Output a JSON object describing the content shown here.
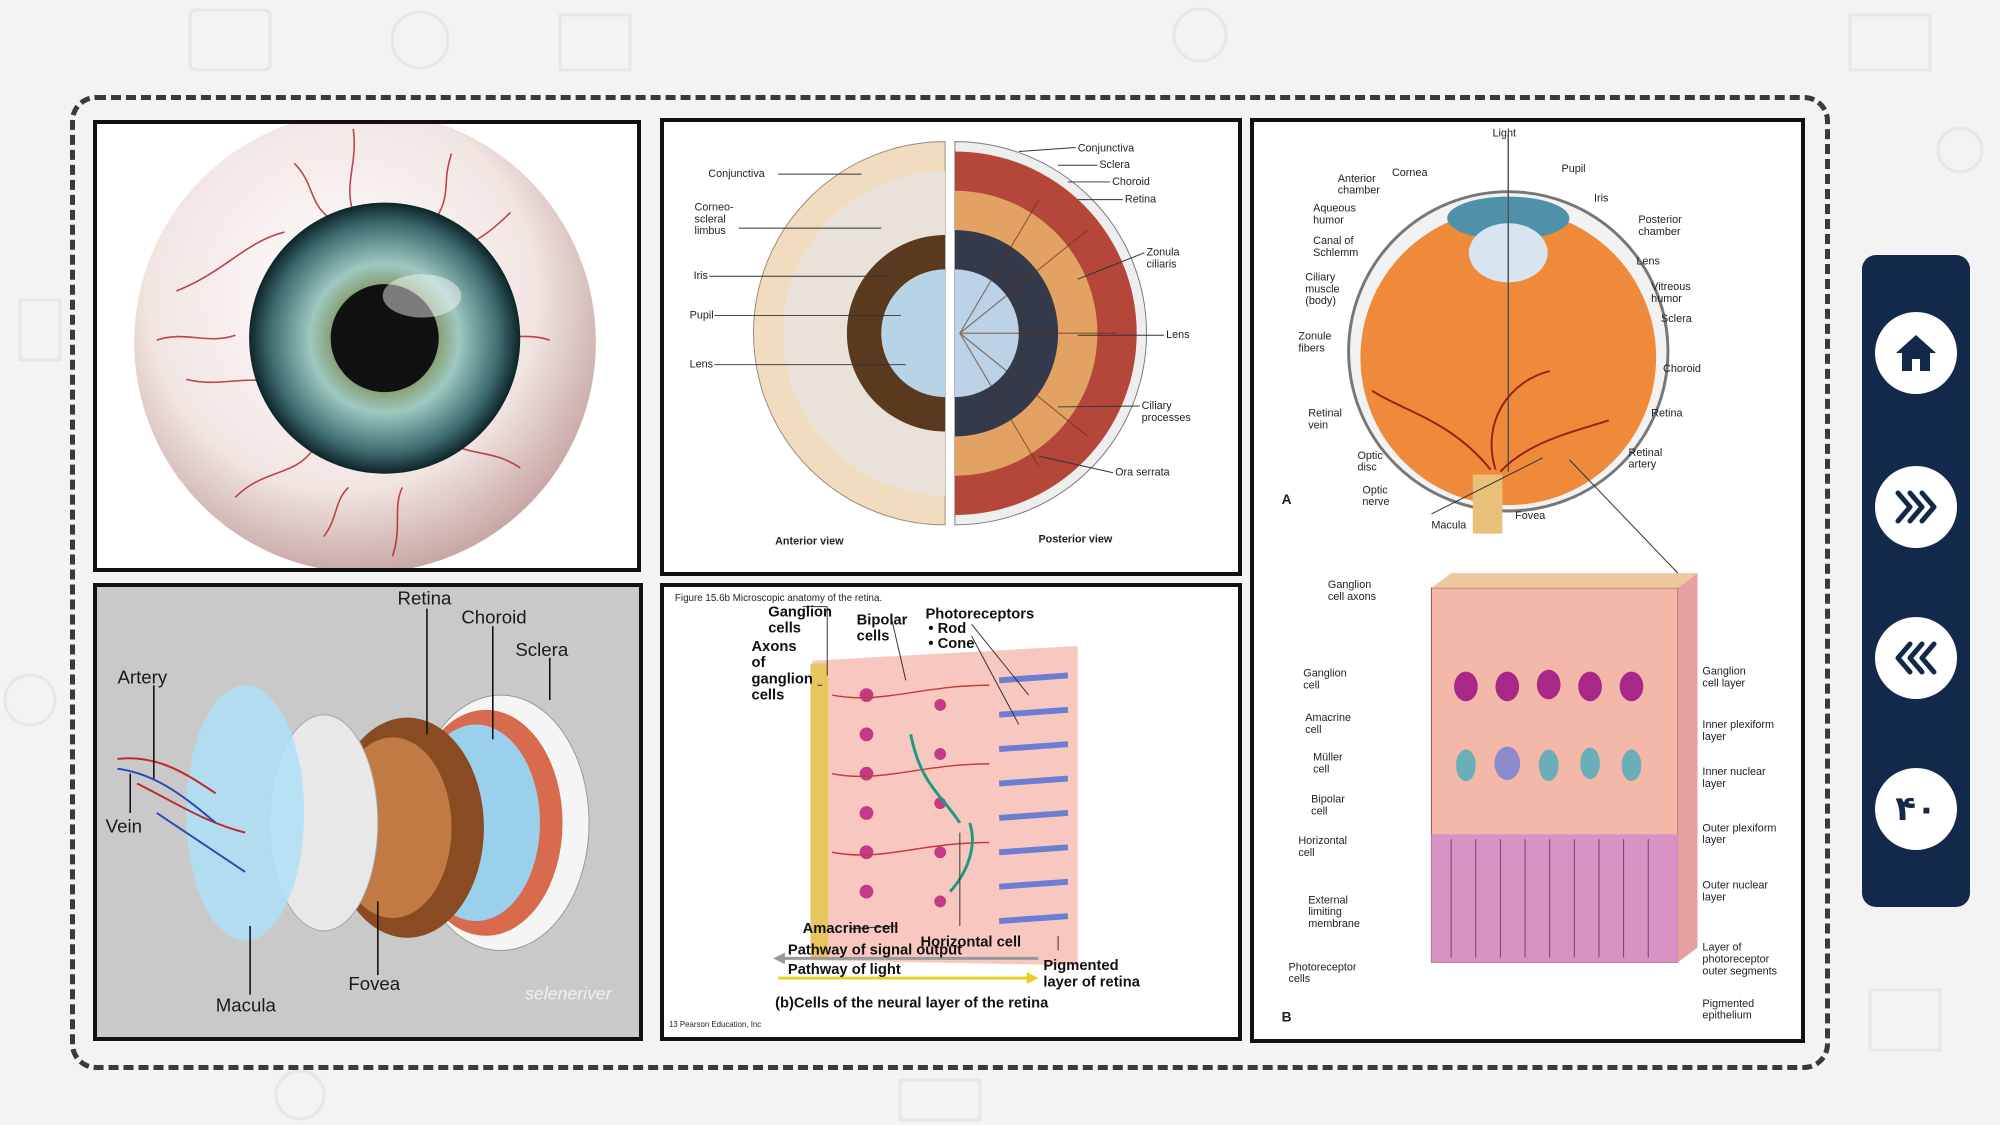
{
  "panels": {
    "anatomy_views": {
      "labels": {
        "conjunctiva_left": "Conjunctiva",
        "corneoscleral": "Corneo-\nscleral\nlimbus",
        "iris": "Iris",
        "pupil": "Pupil",
        "lens_left": "Lens",
        "conjunctiva_right": "Conjunctiva",
        "sclera": "Sclera",
        "choroid": "Choroid",
        "retina": "Retina",
        "zonula": "Zonula\nciliaris",
        "lens_right": "Lens",
        "ciliary": "Ciliary\nprocesses",
        "ora": "Ora serrata",
        "anterior_view": "Anterior view",
        "posterior_view": "Posterior view"
      }
    },
    "cross_section": {
      "top_labels": {
        "light": "Light",
        "anterior_chamber": "Anterior\nchamber",
        "cornea": "Cornea",
        "pupil": "Pupil",
        "iris": "Iris",
        "aqueous": "Aqueous\nhumor",
        "posterior_chamber": "Posterior\nchamber",
        "canal": "Canal of\nSchlemm",
        "lens": "Lens",
        "ciliary": "Ciliary\nmuscle\n(body)",
        "vitreous": "Vitreous\nhumor",
        "sclera": "Sclera",
        "zonule": "Zonule\nfibers",
        "choroid": "Choroid",
        "retinal_vein": "Retinal\nvein",
        "retina": "Retina",
        "retinal_artery": "Retinal\nartery",
        "optic_disc": "Optic\ndisc",
        "optic_nerve": "Optic\nnerve",
        "fovea": "Fovea",
        "macula": "Macula",
        "tag_a": "A"
      },
      "bottom_labels": {
        "gca": "Ganglion\ncell axons",
        "gcell": "Ganglion\ncell",
        "amacrine": "Amacrine\ncell",
        "muller": "Müller\ncell",
        "bipolar": "Bipolar\ncell",
        "horizontal": "Horizontal\ncell",
        "elm": "External\nlimiting\nmembrane",
        "photoreceptor": "Photoreceptor\ncells",
        "tag_b": "B",
        "gcl": "Ganglion\ncell layer",
        "ipl": "Inner plexiform\nlayer",
        "inl": "Inner nuclear\nlayer",
        "opl": "Outer plexiform\nlayer",
        "onl": "Outer nuclear\nlayer",
        "lpos": "Layer of\nphotoreceptor\nouter segments",
        "pe": "Pigmented\nepithelium"
      }
    },
    "exploded": {
      "labels": {
        "retina": "Retina",
        "choroid": "Choroid",
        "sclera": "Sclera",
        "artery": "Artery",
        "vein": "Vein",
        "fovea": "Fovea",
        "macula": "Macula",
        "watermark": "seleneriver"
      }
    },
    "retina_layers": {
      "figure_caption": "Figure 15.6b  Microscopic anatomy of the retina.",
      "labels": {
        "ganglion": "Ganglion\ncells",
        "axons": "Axons\nof\nganglion\ncells",
        "bipolar": "Bipolar\ncells",
        "photoreceptors": "Photoreceptors",
        "rod": "• Rod",
        "cone": "• Cone",
        "amacrine": "Amacrine cell",
        "horizontal": "Horizontal cell",
        "signal": "Pathway of signal output",
        "light": "Pathway of light",
        "pigmented": "Pigmented\nlayer of retina",
        "caption": "(b)Cells of the neural layer of the retina",
        "copyright": "13 Pearson Education, Inc"
      }
    }
  },
  "nav": {
    "home_icon": "home-icon",
    "next_icon": "chevrons-right-icon",
    "prev_icon": "chevrons-left-icon",
    "page_number": "۴۰"
  },
  "colors": {
    "nav_bg": "#13294b",
    "frame": "#3a3a3a"
  }
}
